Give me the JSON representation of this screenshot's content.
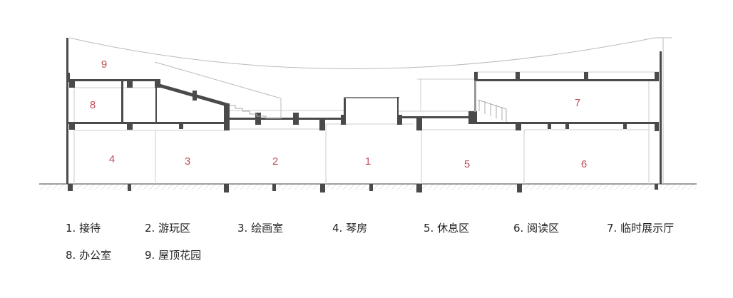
{
  "title": "建筑剖面图",
  "colors": {
    "structure": "#4a4a4a",
    "thin_line": "#bbbbbb",
    "room_label": "#c0505a",
    "text": "#222222"
  },
  "room_labels": [
    "1",
    "2",
    "3",
    "4",
    "5",
    "6",
    "7",
    "8",
    "9"
  ],
  "legend": [
    "1. 接待",
    "2.  游玩区",
    "3. 绘画室",
    "4.  琴房",
    "5. 休息区",
    "6. 阅读区",
    "7. 临时展示厅",
    "8. 办公室",
    "9. 屋顶花园"
  ]
}
